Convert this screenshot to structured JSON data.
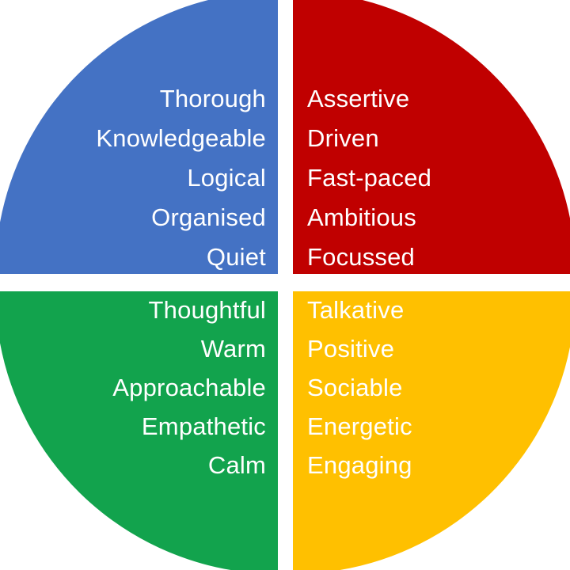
{
  "diagram": {
    "description": "Four-quadrant personality traits circle",
    "background_color": "#ffffff",
    "text_color": "#ffffff",
    "quadrants": {
      "top_left": {
        "id": "top-left",
        "color": "#4472c4",
        "words": [
          "Thorough",
          "Knowledgeable",
          "Logical",
          "Organised",
          "Quiet"
        ]
      },
      "top_right": {
        "id": "top-right",
        "color": "#c00000",
        "words": [
          "Assertive",
          "Driven",
          "Fast-paced",
          "Ambitious",
          "Focussed"
        ]
      },
      "bottom_left": {
        "id": "bottom-left",
        "color": "#12a34d",
        "words": [
          "Thoughtful",
          "Warm",
          "Approachable",
          "Empathetic",
          "Calm"
        ]
      },
      "bottom_right": {
        "id": "bottom-right",
        "color": "#ffc000",
        "words": [
          "Talkative",
          "Positive",
          "Sociable",
          "Energetic",
          "Engaging"
        ]
      }
    }
  }
}
